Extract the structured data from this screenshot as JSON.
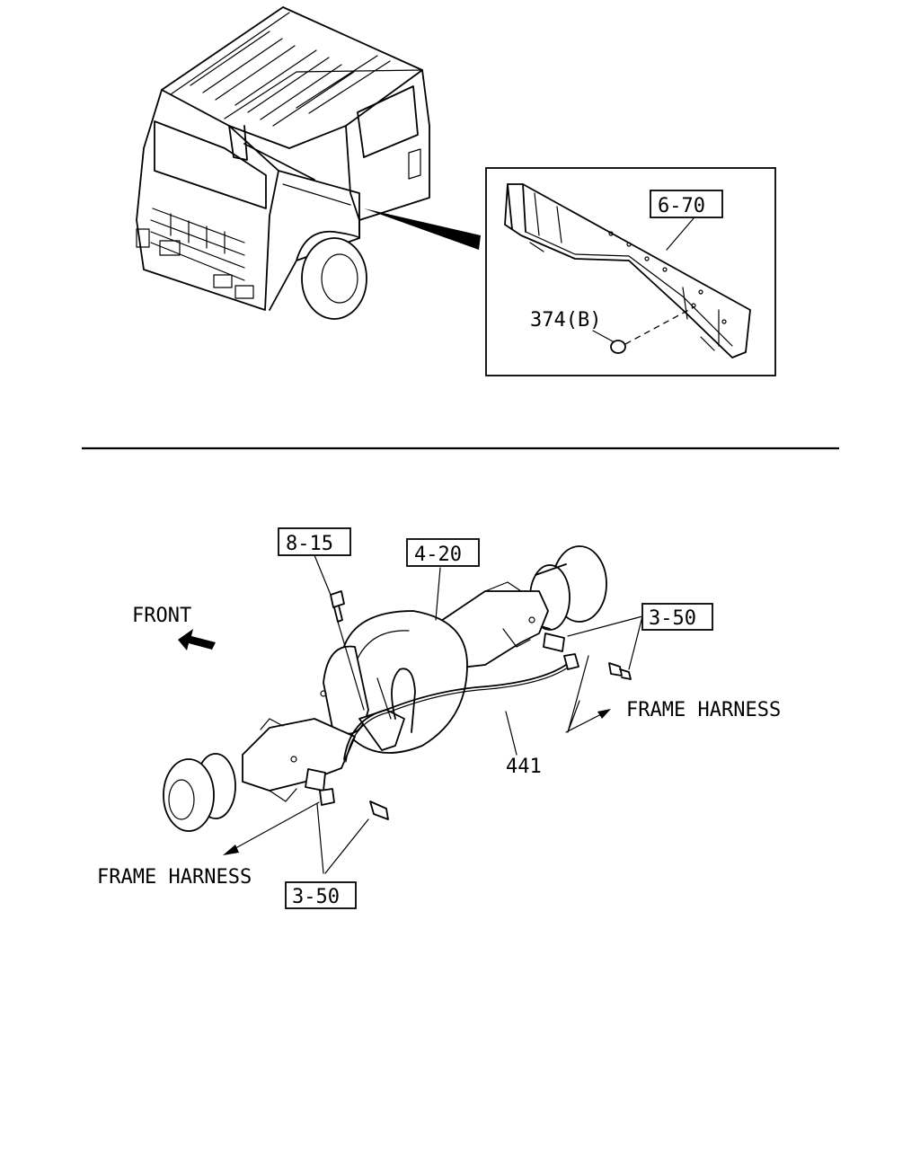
{
  "callouts": {
    "frame_ref": "6-70",
    "plug_ref": "374(B)",
    "bolt_ref": "8-15",
    "axle_ref": "4-20",
    "bracket_ref_right": "3-50",
    "bracket_ref_left": "3-50",
    "harness_ref": "441"
  },
  "labels": {
    "front": "FRONT",
    "frame_harness_right": "FRAME HARNESS",
    "frame_harness_left": "FRAME HARNESS"
  }
}
